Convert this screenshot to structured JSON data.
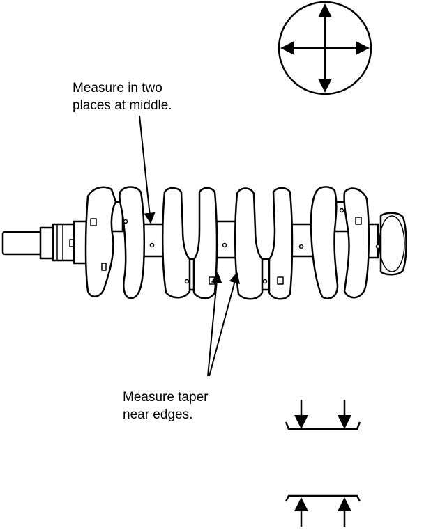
{
  "labels": {
    "middle": [
      "Measure in two",
      "places at middle."
    ],
    "taper": [
      "Measure taper",
      "near edges."
    ]
  },
  "colors": {
    "ink": "#000000",
    "paper": "#ffffff"
  },
  "icons": [
    "crankshaft-illustration",
    "journal-cross-section-icon",
    "taper-edge-icon"
  ]
}
